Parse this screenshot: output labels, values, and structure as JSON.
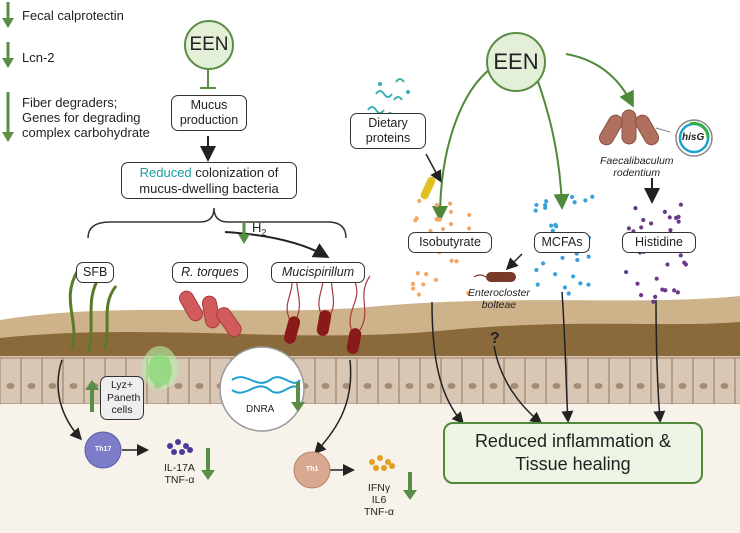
{
  "legend": {
    "item1": "Fecal calprotectin",
    "item2": "Lcn-2",
    "item3_line1": "Fiber degraders;",
    "item3_line2": "Genes for degrading",
    "item3_line3": "complex carbohydrate"
  },
  "left": {
    "een": "EEN",
    "mucus_line1": "Mucus",
    "mucus_line2": "production",
    "reduced_word": "Reduced",
    "reduced_rest": " colonization of",
    "reduced_line2": "mucus-dwelling bacteria",
    "sfb": "SFB",
    "r_torques": "R. torques",
    "mucispirillum": "Mucispirillum",
    "h2": "H",
    "h2_sub": "2",
    "lyz_line1": "Lyz+",
    "lyz_line2": "Paneth",
    "lyz_line3": "cells",
    "dnra": "DNRA",
    "th17": "Th17",
    "th1": "Th1",
    "il17a": "IL-17A",
    "tnfa1": "TNF-α",
    "ifng": "IFNγ",
    "il6": "IL6",
    "tnfa2": "TNF-α"
  },
  "right": {
    "een": "EEN",
    "dietary_line1": "Dietary",
    "dietary_line2": "proteins",
    "isobutyrate": "Isobutyrate",
    "mcfas": "MCFAs",
    "histidine": "Histidine",
    "faecali_line1": "Faecalibaculum",
    "faecali_line2": "rodentium",
    "hisg": "hisG",
    "entero_line1": "Enterocloster",
    "entero_line2": "bolteae",
    "question": "?",
    "outcome_line1": "Reduced inflammation &",
    "outcome_line2": "Tissue healing"
  },
  "colors": {
    "green_arrow": "#5a8d46",
    "een_fill": "#e4efd8",
    "outcome_fill": "#eef5e4",
    "mucus": "#8a6a3a",
    "tissue": "#d9c7b5",
    "teal": "#1a9f9f",
    "isobutyrate_dots": "#f2a766",
    "mcfa_dots": "#3aa0dc",
    "histidine_dots": "#6a3a8a"
  }
}
